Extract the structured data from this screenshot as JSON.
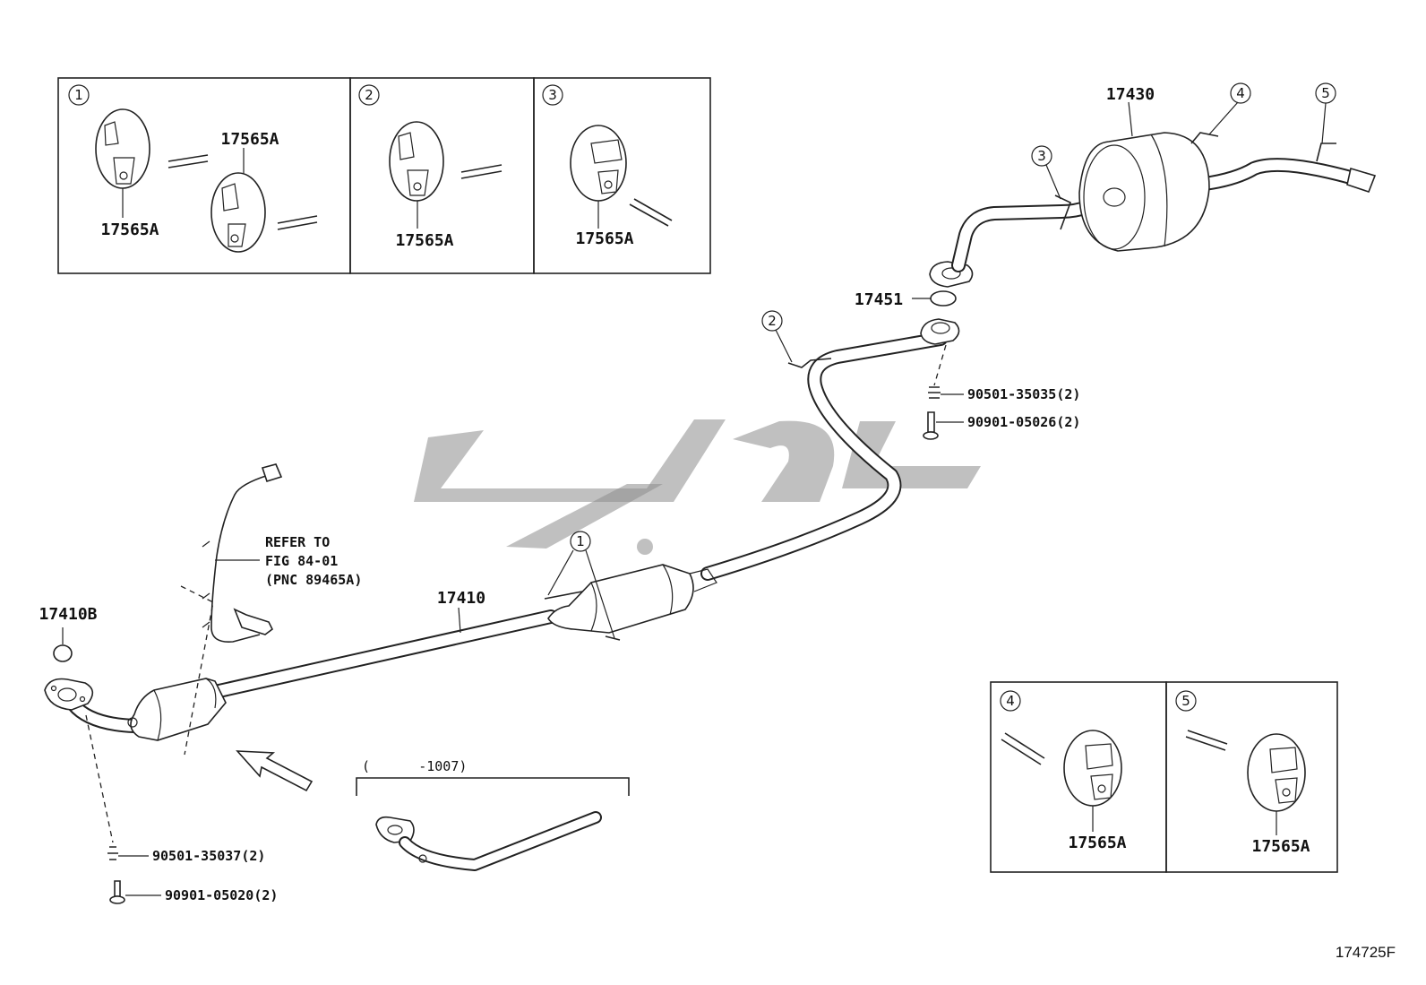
{
  "inset_boxes": [
    {
      "marker": "1",
      "parts": [
        "17565A",
        "17565A"
      ]
    },
    {
      "marker": "2",
      "parts": [
        "17565A"
      ]
    },
    {
      "marker": "3",
      "parts": [
        "17565A"
      ]
    },
    {
      "marker": "4",
      "parts": [
        "17565A"
      ]
    },
    {
      "marker": "5",
      "parts": [
        "17565A"
      ]
    }
  ],
  "callouts": {
    "c1": "1",
    "c2": "2",
    "c3": "3",
    "c4": "4",
    "c5": "5"
  },
  "parts": {
    "tailpipe_assy": "17430",
    "gasket_17451": "17451",
    "spring_upper": "90501-35035(2)",
    "bolt_upper": "90901-05026(2)",
    "front_pipe": "17410",
    "gasket_front": "17410B",
    "spring_lower": "90501-35037(2)",
    "bolt_lower": "90901-05020(2)"
  },
  "refer_note": [
    "REFER TO",
    "FIG 84-01",
    "(PNC 89465A)"
  ],
  "variant_note": "(      -1007)",
  "figure_code": "174725F",
  "colors": {
    "line": "#222222",
    "watermark": "#8c8c8c"
  }
}
